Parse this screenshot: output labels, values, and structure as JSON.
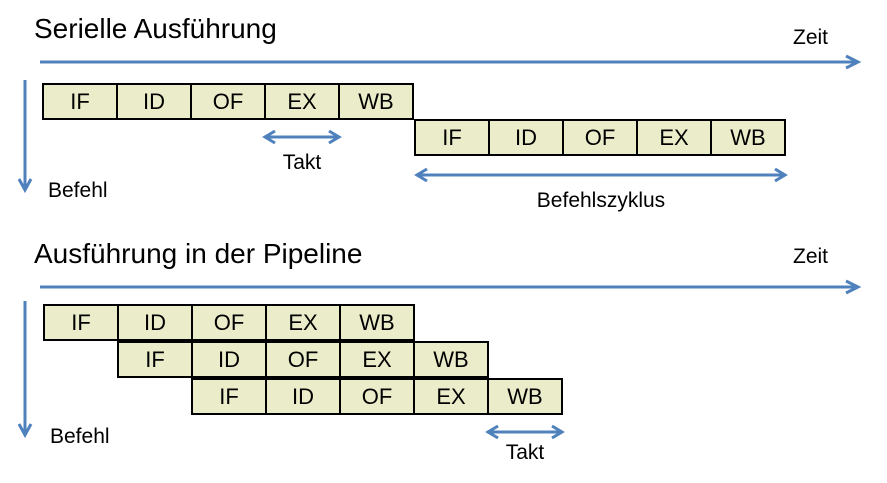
{
  "colors": {
    "accent": "#4f81bd",
    "box_fill": "#ebecc9",
    "box_border": "#000000"
  },
  "serial": {
    "title": "Serielle Ausführung",
    "time_label": "Zeit",
    "instruction_label": "Befehl",
    "clock_label": "Takt",
    "cycle_label": "Befehlszyklus",
    "rows": [
      {
        "cells": [
          "IF",
          "ID",
          "OF",
          "EX",
          "WB"
        ]
      },
      {
        "cells": [
          "IF",
          "ID",
          "OF",
          "EX",
          "WB"
        ]
      }
    ]
  },
  "pipeline": {
    "title": "Ausführung in der Pipeline",
    "time_label": "Zeit",
    "instruction_label": "Befehl",
    "clock_label": "Takt",
    "rows": [
      {
        "cells": [
          "IF",
          "ID",
          "OF",
          "EX",
          "WB"
        ]
      },
      {
        "cells": [
          "IF",
          "ID",
          "OF",
          "EX",
          "WB"
        ]
      },
      {
        "cells": [
          "IF",
          "ID",
          "OF",
          "EX",
          "WB"
        ]
      }
    ]
  }
}
